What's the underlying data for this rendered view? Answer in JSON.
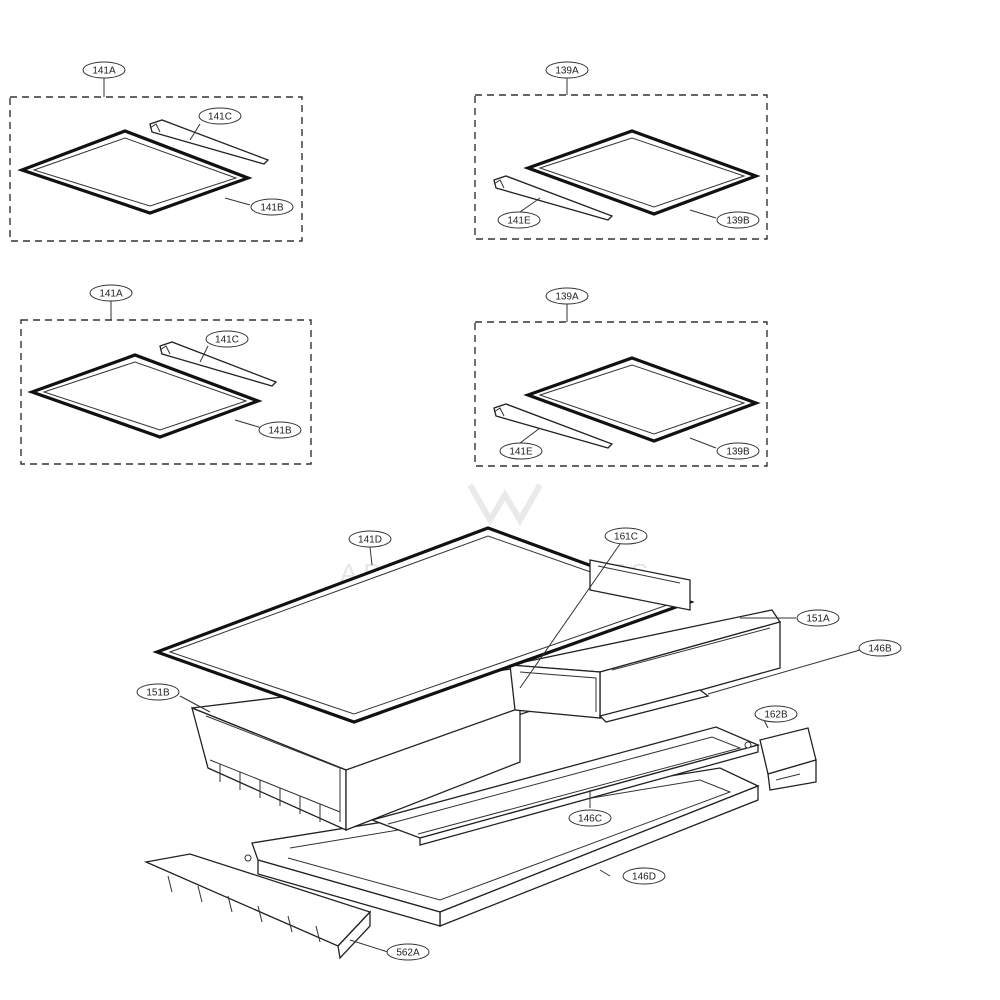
{
  "watermark": "APPLIANCEPARTS",
  "labels": {
    "group1": {
      "box": "141A",
      "rail": "141C",
      "shelf": "141B"
    },
    "group2": {
      "box": "139A",
      "rail": "141E",
      "shelf": "139B"
    },
    "group3": {
      "box": "141A",
      "rail": "141C",
      "shelf": "141B"
    },
    "group4": {
      "box": "139A",
      "rail": "141E",
      "shelf": "139B"
    },
    "assembly": {
      "cover": "141D",
      "divider": "161C",
      "drawer_right": "151A",
      "rail_right": "146B",
      "drawer_left": "151B",
      "bracket": "162B",
      "cover_inner": "146C",
      "frame": "146D",
      "front_bracket": "562A"
    }
  }
}
